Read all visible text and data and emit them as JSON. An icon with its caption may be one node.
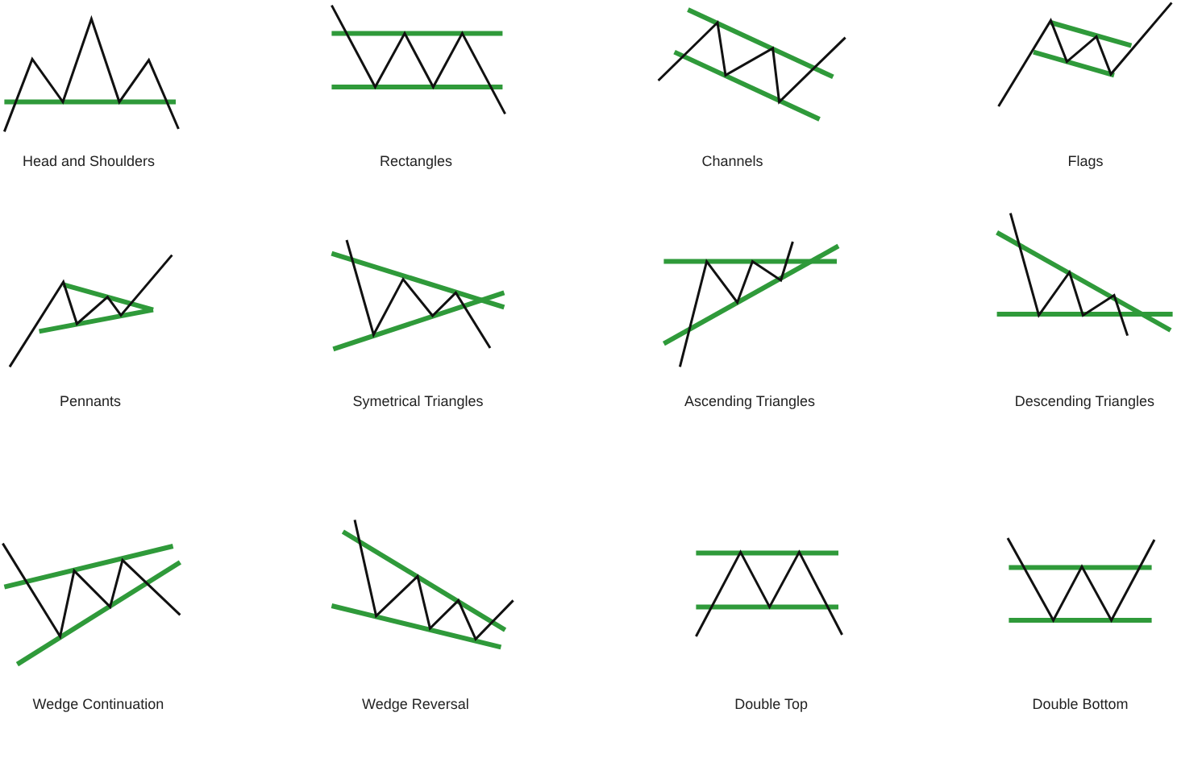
{
  "diagram": {
    "labels": [
      "Head and Shoulders",
      "Rectangles",
      "Channels",
      "Flags",
      "Pennants",
      "Symetrical Triangles",
      "Ascending Triangles",
      "Descending Triangles",
      "Wedge Continuation",
      "Wedge Reversal",
      "Double Top",
      "Double Bottom"
    ]
  }
}
